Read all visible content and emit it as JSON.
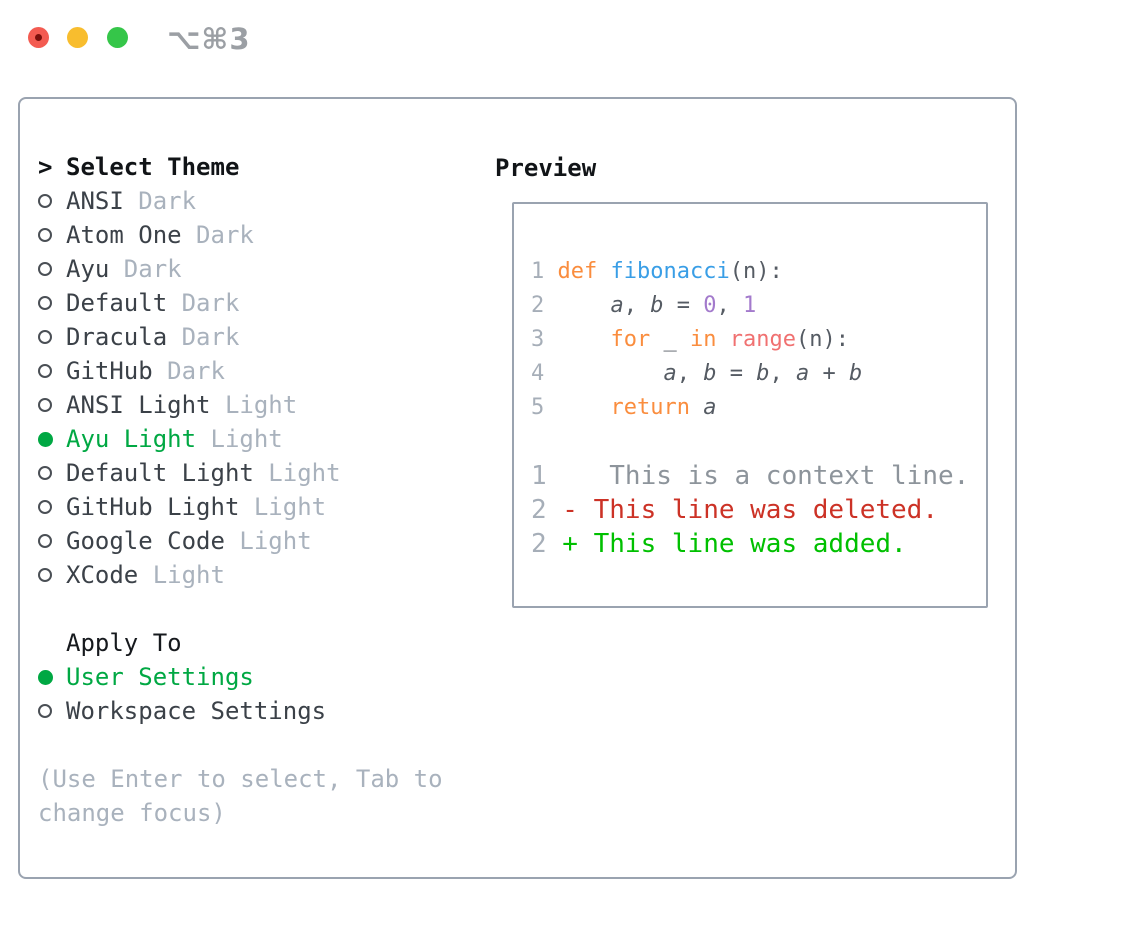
{
  "window": {
    "shortcut": "⌥⌘3",
    "traffic_lights": [
      "close",
      "minimize",
      "zoom"
    ]
  },
  "theme_menu": {
    "cursor": ">",
    "title": "Select Theme",
    "items": [
      {
        "name": "ANSI",
        "variant": "Dark",
        "selected": false
      },
      {
        "name": "Atom One",
        "variant": "Dark",
        "selected": false
      },
      {
        "name": "Ayu",
        "variant": "Dark",
        "selected": false
      },
      {
        "name": "Default",
        "variant": "Dark",
        "selected": false
      },
      {
        "name": "Dracula",
        "variant": "Dark",
        "selected": false
      },
      {
        "name": "GitHub",
        "variant": "Dark",
        "selected": false
      },
      {
        "name": "ANSI Light",
        "variant": "Light",
        "selected": false
      },
      {
        "name": "Ayu Light",
        "variant": "Light",
        "selected": true
      },
      {
        "name": "Default Light",
        "variant": "Light",
        "selected": false
      },
      {
        "name": "GitHub Light",
        "variant": "Light",
        "selected": false
      },
      {
        "name": "Google Code",
        "variant": "Light",
        "selected": false
      },
      {
        "name": "XCode",
        "variant": "Light",
        "selected": false
      }
    ]
  },
  "apply_to": {
    "title": "Apply To",
    "options": [
      {
        "label": "User Settings",
        "selected": true
      },
      {
        "label": "Workspace Settings",
        "selected": false
      }
    ]
  },
  "help_text": "(Use Enter to select, Tab to change focus)",
  "preview": {
    "title": "Preview",
    "code_lines": [
      {
        "num": "1",
        "tokens": [
          {
            "t": "def ",
            "c": "kw"
          },
          {
            "t": "fibonacci",
            "c": "fn"
          },
          {
            "t": "(n):",
            "c": "pl"
          }
        ]
      },
      {
        "num": "2",
        "tokens": [
          {
            "t": "    ",
            "c": "pl"
          },
          {
            "t": "a",
            "c": "pl",
            "i": true
          },
          {
            "t": ", ",
            "c": "pl"
          },
          {
            "t": "b",
            "c": "pl",
            "i": true
          },
          {
            "t": " = ",
            "c": "pl"
          },
          {
            "t": "0",
            "c": "nm"
          },
          {
            "t": ", ",
            "c": "pl"
          },
          {
            "t": "1",
            "c": "nm"
          }
        ]
      },
      {
        "num": "3",
        "tokens": [
          {
            "t": "    ",
            "c": "pl"
          },
          {
            "t": "for",
            "c": "kw"
          },
          {
            "t": " _ ",
            "c": "pl"
          },
          {
            "t": "in",
            "c": "kw"
          },
          {
            "t": " ",
            "c": "pl"
          },
          {
            "t": "range",
            "c": "bi"
          },
          {
            "t": "(n):",
            "c": "pl"
          }
        ]
      },
      {
        "num": "4",
        "tokens": [
          {
            "t": "        ",
            "c": "pl"
          },
          {
            "t": "a",
            "c": "pl",
            "i": true
          },
          {
            "t": ", ",
            "c": "pl"
          },
          {
            "t": "b",
            "c": "pl",
            "i": true
          },
          {
            "t": " = ",
            "c": "pl"
          },
          {
            "t": "b",
            "c": "pl",
            "i": true
          },
          {
            "t": ", ",
            "c": "pl"
          },
          {
            "t": "a",
            "c": "pl",
            "i": true
          },
          {
            "t": " + ",
            "c": "pl"
          },
          {
            "t": "b",
            "c": "pl",
            "i": true
          }
        ]
      },
      {
        "num": "5",
        "tokens": [
          {
            "t": "    ",
            "c": "pl"
          },
          {
            "t": "return",
            "c": "kw"
          },
          {
            "t": " ",
            "c": "pl"
          },
          {
            "t": "a",
            "c": "pl",
            "i": true
          }
        ]
      }
    ],
    "diff_lines": [
      {
        "num": "1",
        "text": "    This is a context line.",
        "kind": "context"
      },
      {
        "num": "2",
        "text": " - This line was deleted.",
        "kind": "deleted"
      },
      {
        "num": "2",
        "text": " + This line was added.",
        "kind": "added"
      }
    ]
  },
  "colors": {
    "selected_green": "#00a843",
    "added_green": "#00c000",
    "deleted_red": "#cc3226",
    "context_gray": "#8d949b",
    "keyword_orange": "#fa8d3e",
    "function_blue": "#399ee6",
    "builtin_coral": "#f07171",
    "number_purple": "#a37acc",
    "muted_gray": "#a9b2bd",
    "border_gray": "#9aa3b0"
  }
}
